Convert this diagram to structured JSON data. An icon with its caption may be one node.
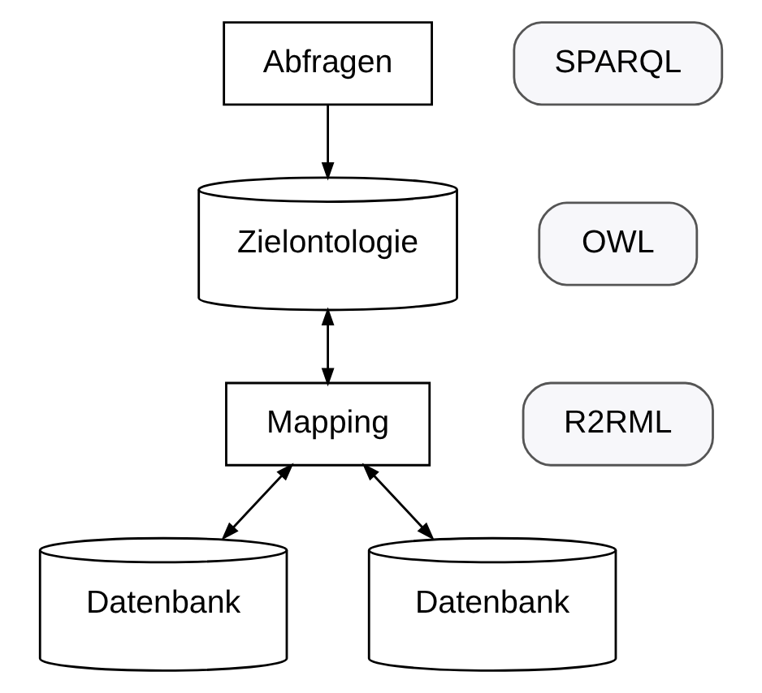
{
  "diagram": {
    "nodes": [
      {
        "text": [
          "Abfragen"
        ]
      },
      {
        "text": [
          "Zielontologie"
        ]
      },
      {
        "text": [
          "Mapping"
        ]
      },
      {
        "text": [
          "Datenbank"
        ]
      },
      {
        "text": [
          "Datenbank"
        ]
      },
      {
        "text": [
          "SPARQL"
        ]
      },
      {
        "text": [
          "OWL"
        ]
      },
      {
        "text": [
          "R2RML"
        ]
      }
    ],
    "edges": [
      {
        "from": 0,
        "to": 1,
        "arrow": "to"
      },
      {
        "from": 1,
        "to": 2,
        "arrow": "both"
      },
      {
        "from": 2,
        "to": 3,
        "arrow": "both"
      },
      {
        "from": 2,
        "to": 4,
        "arrow": "both"
      }
    ]
  }
}
